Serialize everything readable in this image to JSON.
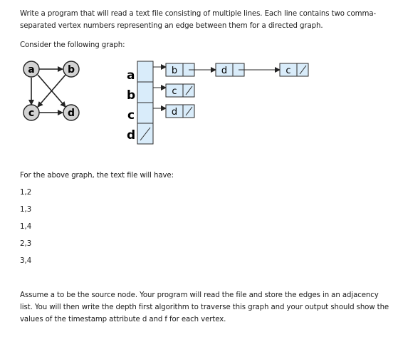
{
  "intro": "Write a program that will read a text file consisting of multiple lines. Each line contains two comma-separated vertex numbers representing an edge between them for a directed graph.",
  "consider": "Consider the following graph:",
  "graph": {
    "nodes": [
      "a",
      "b",
      "c",
      "d"
    ]
  },
  "adjacency": {
    "heads": [
      "a",
      "b",
      "c",
      "d"
    ],
    "row_a": [
      "b",
      "d",
      "c"
    ],
    "row_b": [
      "c"
    ],
    "row_c": [
      "d"
    ]
  },
  "above": "For the above graph, the text file will have:",
  "edges": [
    "1,2",
    "1,3",
    "1,4",
    "2,3",
    "3,4"
  ],
  "closing": "Assume a to be the source node. Your program will read the file and store the edges in an adjacency list. You will then write the depth first algorithm to traverse this graph and your output should show the values of the timestamp attribute d and f for each vertex.",
  "colors": {
    "node_fill": "#d3d3d3",
    "cell_fill": "#d9ecfa",
    "cell_stroke": "#2a2a2a"
  }
}
